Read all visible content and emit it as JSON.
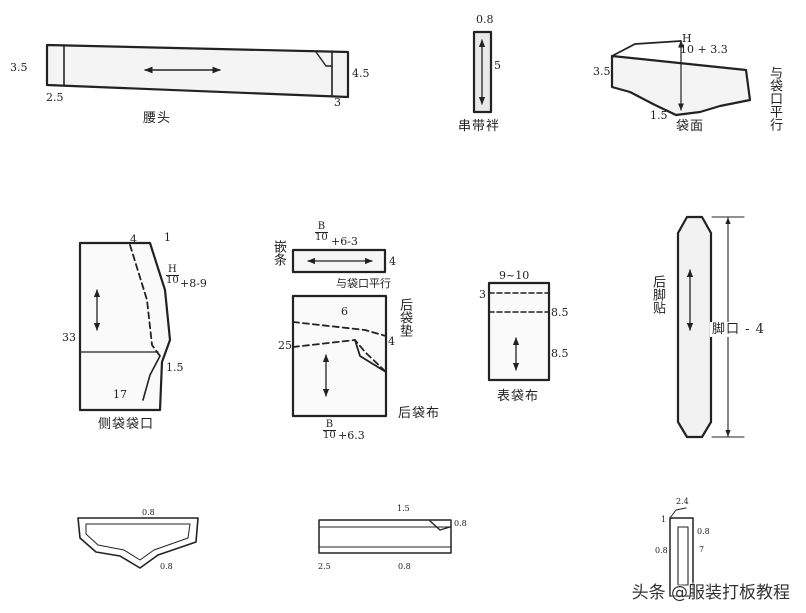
{
  "watermark": "头条 @服装打板教程",
  "waistband": {
    "caption": "腰头",
    "left_w": "3.5",
    "bottom_left": "2.5",
    "right_w": "4.5",
    "bottom_right": "3"
  },
  "belt_loop": {
    "caption": "串带袢",
    "top": "0.8",
    "len": "5"
  },
  "pocket_face": {
    "caption": "袋面",
    "formula_num": "H",
    "formula_rest": "10 + 3.3",
    "left": "3.5",
    "bottom": "1.5",
    "note": "与袋口平行"
  },
  "side_pocket": {
    "caption": "侧袋袋口",
    "top1": "4",
    "top2": "1",
    "formula_num": "H",
    "formula_den": "10",
    "formula_rest": "+8-9",
    "len": "33",
    "low": "1.5",
    "bottom": "17"
  },
  "piping": {
    "label": "嵌条",
    "formula_num": "B",
    "formula_den": "10",
    "formula_rest": "+6-3",
    "right": "4",
    "note": "与袋口平行"
  },
  "back_pocket": {
    "label_pad": "后袋垫",
    "label_cloth": "后袋布",
    "six": "6",
    "four": "4",
    "twentyfive": "25",
    "formula_num": "B",
    "formula_den": "10",
    "formula_rest": "+6.3"
  },
  "face_pocket_cloth": {
    "caption": "表袋布",
    "top": "9~10",
    "left": "3",
    "r1": "8.5",
    "r2": "8.5"
  },
  "back_hem": {
    "label": "后脚贴",
    "dim": "脚口 - 4"
  },
  "bottom_row": {
    "a_top": "0.8",
    "a_bottom": "0.8",
    "b_top": "1.5",
    "b_right": "0.8",
    "b_left": "2.5",
    "b_bottom": "0.8",
    "c_top": "2.4",
    "c_left": "1",
    "c_r1": "0.8",
    "c_l2": "0.8",
    "c_r2": "7"
  }
}
